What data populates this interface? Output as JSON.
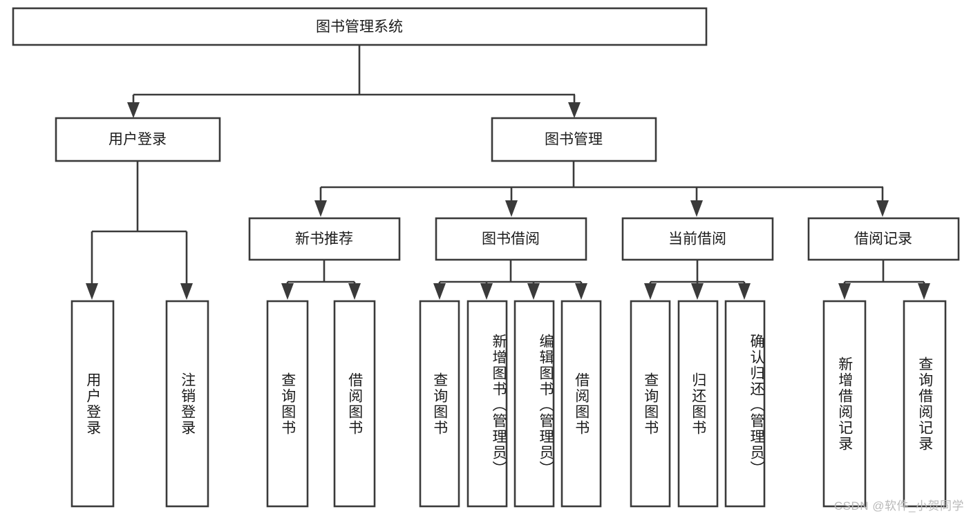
{
  "diagram": {
    "title": "图书管理系统",
    "type": "tree",
    "root": {
      "label": "图书管理系统",
      "children": [
        {
          "label": "用户登录",
          "children": [
            {
              "label": "用户登录"
            },
            {
              "label": "注销登录"
            }
          ]
        },
        {
          "label": "图书管理",
          "children": [
            {
              "label": "新书推荐",
              "children": [
                {
                  "label": "查询图书"
                },
                {
                  "label": "借阅图书"
                }
              ]
            },
            {
              "label": "图书借阅",
              "children": [
                {
                  "label": "查询图书"
                },
                {
                  "label": "新增图书（管理员）"
                },
                {
                  "label": "编辑图书（管理员）"
                },
                {
                  "label": "借阅图书"
                }
              ]
            },
            {
              "label": "当前借阅",
              "children": [
                {
                  "label": "查询图书"
                },
                {
                  "label": "归还图书"
                },
                {
                  "label": "确认归还（管理员）"
                }
              ]
            },
            {
              "label": "借阅记录",
              "children": [
                {
                  "label": "新增借阅记录"
                },
                {
                  "label": "查询借阅记录"
                }
              ]
            }
          ]
        }
      ]
    }
  },
  "nodes": {
    "root": "图书管理系统",
    "user_login": "用户登录",
    "book_manage": "图书管理",
    "new_book_rec": "新书推荐",
    "book_borrow": "图书借阅",
    "current_borrow": "当前借阅",
    "borrow_record": "借阅记录",
    "leaf_user_login": "用户登录",
    "leaf_logout": "注销登录",
    "leaf_query_book_1": "查询图书",
    "leaf_borrow_book_1": "借阅图书",
    "leaf_query_book_2": "查询图书",
    "leaf_add_book": "新增图书（管理员）",
    "leaf_edit_book": "编辑图书（管理员）",
    "leaf_borrow_book_2": "借阅图书",
    "leaf_query_book_3": "查询图书",
    "leaf_return_book": "归还图书",
    "leaf_confirm_return": "确认归还（管理员）",
    "leaf_add_record": "新增借阅记录",
    "leaf_query_record": "查询借阅记录"
  },
  "watermark": {
    "text": "CSDN @软件_小贺同学"
  },
  "colors": {
    "stroke": "#3a3a3a",
    "fill": "#ffffff",
    "text": "#1b1b1b",
    "watermark": "#b9b9b9"
  }
}
